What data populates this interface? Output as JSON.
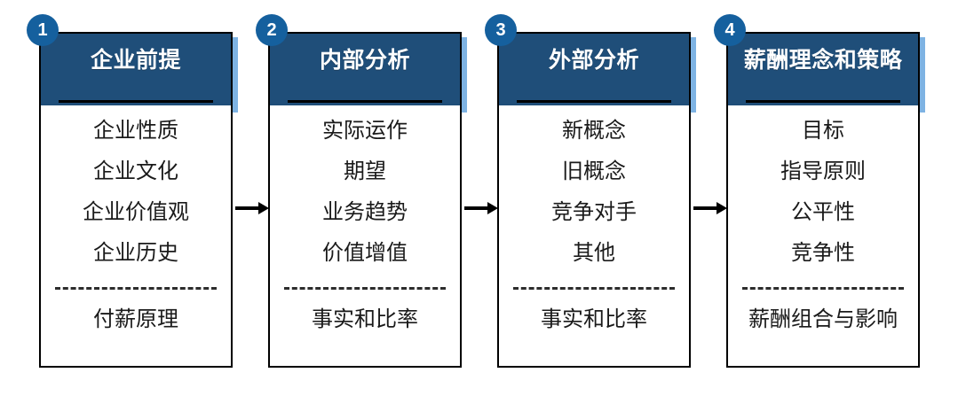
{
  "diagram": {
    "type": "process-flow",
    "colors": {
      "header_navy": "#1f4e79",
      "header_accent_blue": "#7eb3e3",
      "badge_blue": "#15609e",
      "outline_black": "#000000",
      "body_white": "#ffffff",
      "text_dark": "#1a1a1a"
    },
    "cards": [
      {
        "number": "1",
        "title": "企业前提",
        "items": [
          "企业性质",
          "企业文化",
          "企业价值观",
          "企业历史"
        ],
        "footer": "付薪原理"
      },
      {
        "number": "2",
        "title": "内部分析",
        "items": [
          "实际运作",
          "期望",
          "业务趋势",
          "价值增值"
        ],
        "footer": "事实和比率"
      },
      {
        "number": "3",
        "title": "外部分析",
        "items": [
          "新概念",
          "旧概念",
          "竞争对手",
          "其他"
        ],
        "footer": "事实和比率"
      },
      {
        "number": "4",
        "title": "薪酬理念和策略",
        "items": [
          "目标",
          "指导原则",
          "公平性",
          "竞争性"
        ],
        "footer": "薪酬组合与影响"
      }
    ],
    "connectors": [
      {
        "from": "1",
        "to": "2",
        "icon": "arrow-right-icon"
      },
      {
        "from": "2",
        "to": "3",
        "icon": "arrow-right-icon"
      },
      {
        "from": "3",
        "to": "4",
        "icon": "arrow-right-icon"
      }
    ]
  }
}
